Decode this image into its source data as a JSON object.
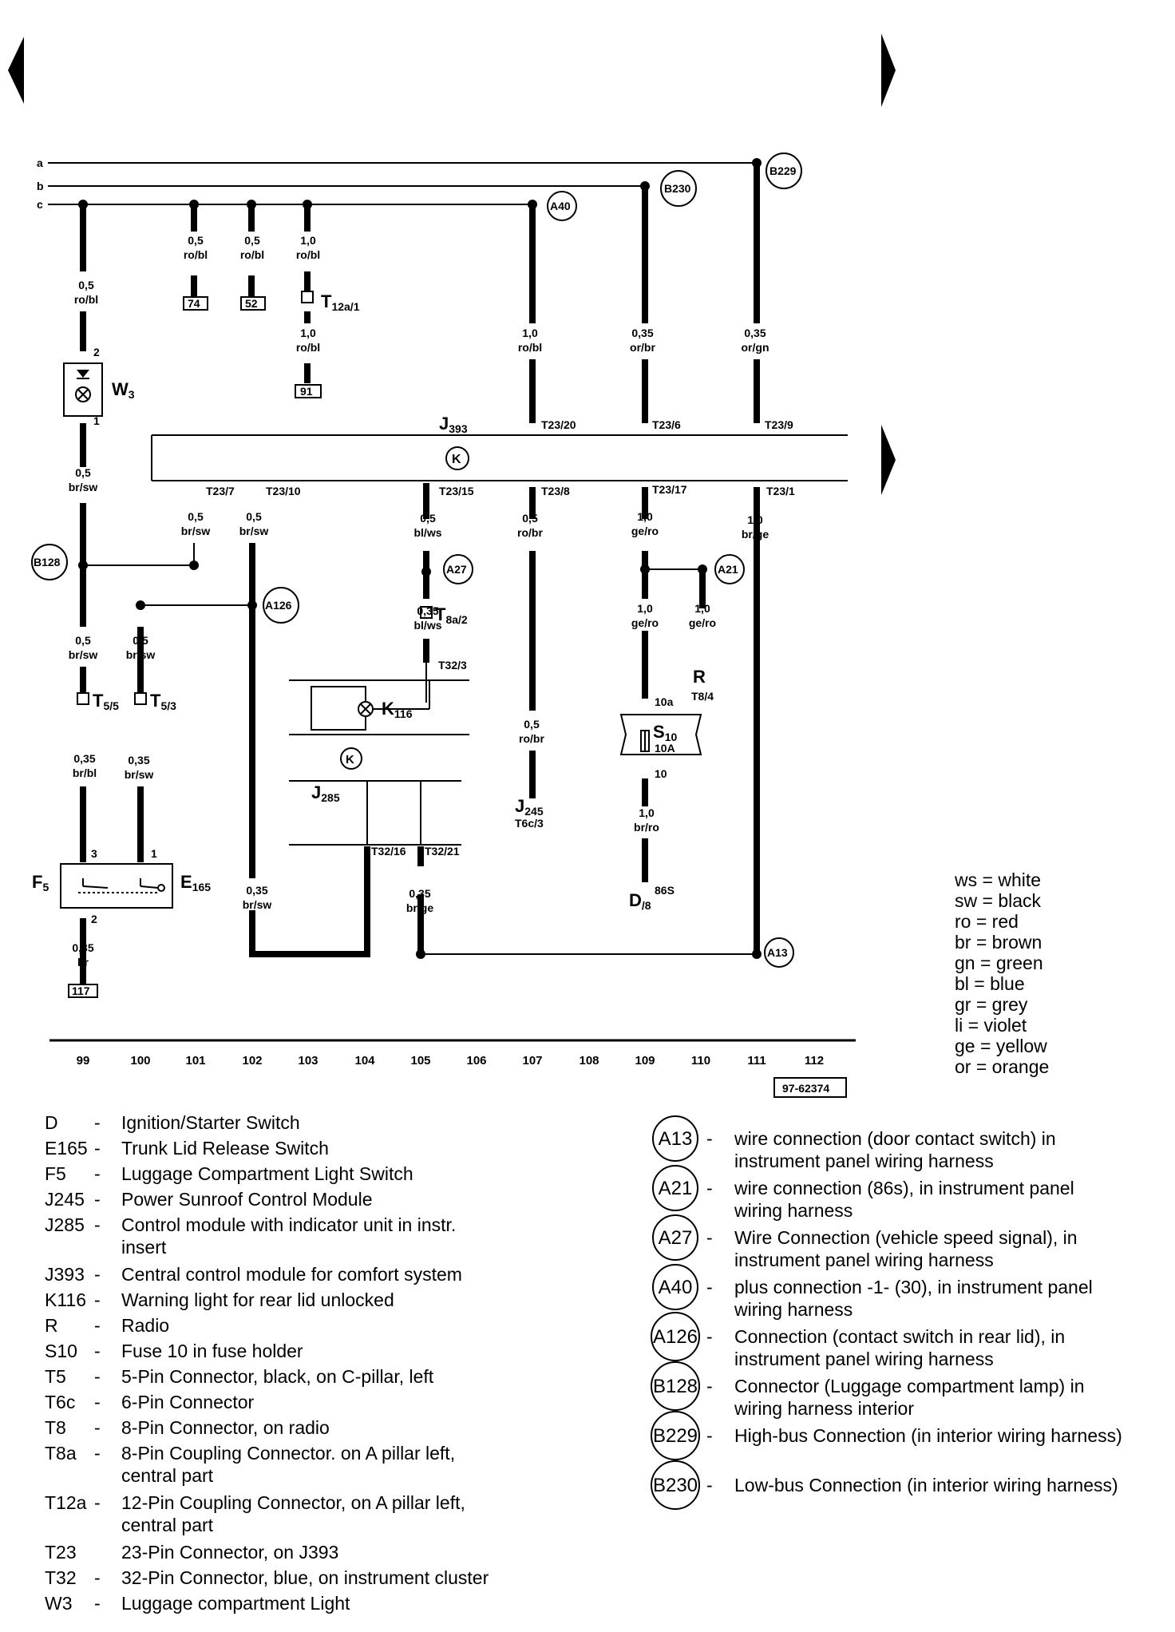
{
  "buses": [
    "a",
    "b",
    "c"
  ],
  "drawing_number": "97-62374",
  "column_numbers": [
    "99",
    "100",
    "101",
    "102",
    "103",
    "104",
    "105",
    "106",
    "107",
    "108",
    "109",
    "110",
    "111",
    "112"
  ],
  "wires": [
    {
      "size": "0,5",
      "color": "ro/bl"
    },
    {
      "size": "0,5",
      "color": "ro/bl"
    },
    {
      "size": "0,5",
      "color": "ro/bl"
    },
    {
      "size": "1,0",
      "color": "ro/bl"
    },
    {
      "size": "1,0",
      "color": "ro/bl"
    },
    {
      "size": "1,0",
      "color": "ro/bl"
    },
    {
      "size": "0,35",
      "color": "or/br"
    },
    {
      "size": "0,35",
      "color": "or/gn"
    },
    {
      "size": "0,5",
      "color": "br/sw"
    },
    {
      "size": "0,5",
      "color": "br/sw"
    },
    {
      "size": "0,5",
      "color": "br/sw"
    },
    {
      "size": "0,5",
      "color": "bl/ws"
    },
    {
      "size": "0,5",
      "color": "ro/br"
    },
    {
      "size": "1,0",
      "color": "ge/ro"
    },
    {
      "size": "1,0",
      "color": "br/ge"
    },
    {
      "size": "0,5",
      "color": "br/sw"
    },
    {
      "size": "0,5",
      "color": "br/sw"
    },
    {
      "size": "0,35",
      "color": "bl/ws"
    },
    {
      "size": "1,0",
      "color": "ge/ro"
    },
    {
      "size": "1,0",
      "color": "ge/ro"
    },
    {
      "size": "0,35",
      "color": "br/bl"
    },
    {
      "size": "0,35",
      "color": "br/sw"
    },
    {
      "size": "0,5",
      "color": "ro/br"
    },
    {
      "size": "1,0",
      "color": "br/ro"
    },
    {
      "size": "0,35",
      "color": "br/sw"
    },
    {
      "size": "0,35",
      "color": "br/ge"
    },
    {
      "size": "0,35",
      "color": "br"
    }
  ],
  "pins": [
    "2",
    "1",
    "T23/20",
    "T23/6",
    "T23/9",
    "T23/7",
    "T23/10",
    "T23/15",
    "T23/8",
    "T23/17",
    "T23/1",
    "T32/3",
    "10a",
    "10",
    "T32/16",
    "T32/21",
    "3",
    "1",
    "2",
    "86S",
    "T8/4"
  ],
  "refs": [
    "74",
    "52",
    "91",
    "117"
  ],
  "connection_points": [
    "B229",
    "B230",
    "A40",
    "B128",
    "A27",
    "A21",
    "A126",
    "A13"
  ],
  "components": {
    "W3": {
      "main": "W",
      "sub": "3"
    },
    "T12a1": {
      "main": "T",
      "sub": "12a/1"
    },
    "J393": {
      "main": "J",
      "sub": "393"
    },
    "T8a2": {
      "main": "T",
      "sub": "8a/2"
    },
    "T55": {
      "main": "T",
      "sub": "5/5"
    },
    "T53": {
      "main": "T",
      "sub": "5/3"
    },
    "K116": {
      "main": "K",
      "sub": "116"
    },
    "J285": {
      "main": "J",
      "sub": "285"
    },
    "J245": {
      "main": "J",
      "sub": "245"
    },
    "J245_pin": "T6c/3",
    "S10": {
      "main": "S",
      "sub": "10"
    },
    "S10_rating": "10A",
    "R": "R",
    "F5": {
      "main": "F",
      "sub": "5"
    },
    "E165": {
      "main": "E",
      "sub": "165"
    },
    "D8": {
      "main": "D",
      "sub": "/8"
    }
  },
  "color_key": [
    {
      "code": "ws",
      "name": "white"
    },
    {
      "code": "sw",
      "name": "black"
    },
    {
      "code": "ro",
      "name": "red"
    },
    {
      "code": "br",
      "name": "brown"
    },
    {
      "code": "gn",
      "name": "green"
    },
    {
      "code": "bl",
      "name": "blue"
    },
    {
      "code": "gr",
      "name": "grey"
    },
    {
      "code": "li",
      "name": "violet"
    },
    {
      "code": "ge",
      "name": "yellow"
    },
    {
      "code": "or",
      "name": "orange"
    }
  ],
  "legend_components": [
    {
      "code": "D",
      "desc": "Ignition/Starter Switch"
    },
    {
      "code": "E165",
      "desc": "Trunk Lid Release Switch"
    },
    {
      "code": "F5",
      "desc": "Luggage Compartment Light Switch"
    },
    {
      "code": "J245",
      "desc": "Power Sunroof Control Module"
    },
    {
      "code": "J285",
      "desc": "Control module with indicator unit in instr.",
      "desc2": "insert"
    },
    {
      "code": "J393",
      "desc": "Central control module for comfort system"
    },
    {
      "code": "K116",
      "desc": "Warning light for rear lid unlocked"
    },
    {
      "code": "R",
      "desc": "Radio"
    },
    {
      "code": "S10",
      "desc": "Fuse 10 in fuse holder"
    },
    {
      "code": "T5",
      "desc": "5-Pin Connector, black, on C-pillar, left"
    },
    {
      "code": "T6c",
      "desc": "6-Pin Connector"
    },
    {
      "code": "T8",
      "desc": "8-Pin Connector, on radio"
    },
    {
      "code": "T8a",
      "desc": "8-Pin Coupling Connector. on A pillar left,",
      "desc2": "central part"
    },
    {
      "code": "T12a",
      "desc": "12-Pin Coupling Connector, on A pillar left,",
      "desc2": "central part"
    },
    {
      "code": "T23",
      "desc": "23-Pin Connector, on J393"
    },
    {
      "code": "T32",
      "desc": "32-Pin Connector, blue, on instrument cluster"
    },
    {
      "code": "W3",
      "desc": "Luggage compartment Light"
    }
  ],
  "legend_connections": [
    {
      "code": "A13",
      "desc": "wire connection (door contact switch) in",
      "desc2": "instrument panel wiring harness"
    },
    {
      "code": "A21",
      "desc": "wire connection (86s), in instrument panel",
      "desc2": "wiring harness"
    },
    {
      "code": "A27",
      "desc": "Wire Connection (vehicle speed signal), in",
      "desc2": "instrument panel  wiring harness"
    },
    {
      "code": "A40",
      "desc": "plus connection -1- (30), in instrument panel",
      "desc2": "wiring harness"
    },
    {
      "code": "A126",
      "desc": "Connection (contact switch in rear lid), in",
      "desc2": "instrument panel wiring harness"
    },
    {
      "code": "B128",
      "desc": "Connector (Luggage compartment lamp) in",
      "desc2": "wiring harness interior"
    },
    {
      "code": "B229",
      "desc": "High-bus Connection (in interior wiring harness)"
    },
    {
      "code": "B230",
      "desc": "Low-bus Connection (in interior wiring harness)"
    }
  ]
}
